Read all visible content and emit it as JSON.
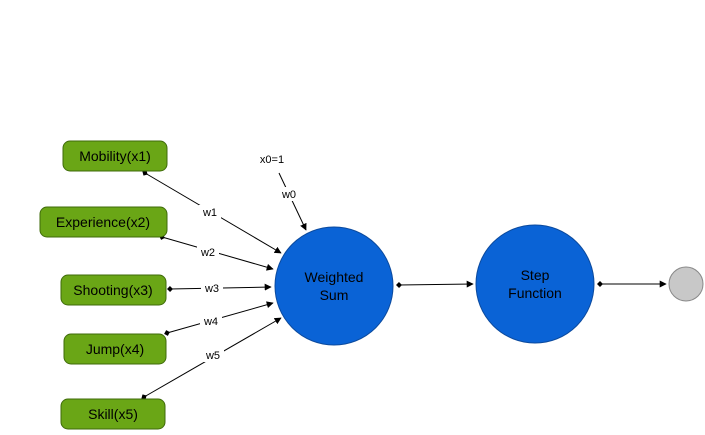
{
  "inputs": [
    {
      "label": "Mobility(x1)",
      "weight": "w1"
    },
    {
      "label": "Experience(x2)",
      "weight": "w2"
    },
    {
      "label": "Shooting(x3)",
      "weight": "w3"
    },
    {
      "label": "Jump(x4)",
      "weight": "w4"
    },
    {
      "label": "Skill(x5)",
      "weight": "w5"
    }
  ],
  "bias": {
    "label": "x0=1",
    "weight": "w0"
  },
  "weighted_sum": {
    "line1": "Weighted",
    "line2": "Sum"
  },
  "step_function": {
    "line1": "Step",
    "line2": "Function"
  },
  "colors": {
    "input_fill": "#6aa616",
    "input_stroke": "#3f6b0a",
    "node_fill": "#0a63d6",
    "node_stroke": "#0b4a9e",
    "output_fill": "#c8c8c8",
    "output_stroke": "#888888",
    "edge": "#000000"
  }
}
